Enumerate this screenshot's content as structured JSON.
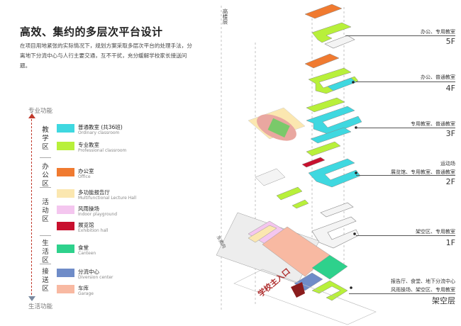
{
  "header": {
    "title": "高效、集约的多层次平台设计",
    "desc": "在项目用地紧张的实际情况下，规划方案采取多层次平台的处理手法，分离地下分流中心与人行主要交通，互不干扰，充分缓解学校家长接送问题。"
  },
  "axis": {
    "top": "专业功能",
    "bottom": "生活功能"
  },
  "zones": [
    {
      "label": "教学区"
    },
    {
      "label": "办公区"
    },
    {
      "label": "活动区"
    },
    {
      "label": "生活区"
    },
    {
      "label": "接送区"
    }
  ],
  "legend": [
    {
      "cn": "普通教室 (共36班)",
      "en": "Ordinary classroom",
      "color": "#3fd8e0"
    },
    {
      "cn": "专业教室",
      "en": "Professional classroom",
      "color": "#b8f03a"
    },
    {
      "cn": "办公室",
      "en": "Office",
      "color": "#f07a30"
    },
    {
      "cn": "多功能报告厅",
      "en": "Multifunctional Lecture Hall",
      "color": "#fbe7b0"
    },
    {
      "cn": "风雨操场",
      "en": "Indoor playground",
      "color": "#f4c6ef"
    },
    {
      "cn": "展览馆",
      "en": "Exhibition hall",
      "color": "#c8102e"
    },
    {
      "cn": "食堂",
      "en": "Canteen",
      "color": "#2ed18c"
    },
    {
      "cn": "分流中心",
      "en": "Diversion center",
      "color": "#6f8cc8"
    },
    {
      "cn": "车库",
      "en": "Garage",
      "color": "#f8b9a2"
    }
  ],
  "labels": {
    "high_building": "高楼层",
    "dongxiang": "东南向",
    "entrance": "学校主入口"
  },
  "floors": [
    {
      "desc": "办公、专用教室",
      "floor": "5F"
    },
    {
      "desc": "办公、普通教室",
      "floor": "4F"
    },
    {
      "desc": "专用教室、普通教室",
      "floor": "3F"
    },
    {
      "desc": "运动场",
      "desc2": "展览馆、专用教室、普通教室",
      "floor": "2F"
    },
    {
      "desc": "架空区、专用教室",
      "floor": "1F"
    },
    {
      "desc": "报告厅、食堂、地下分流中心",
      "desc2": "风雨操场、架空区、专用教室",
      "floor": "架空层"
    }
  ]
}
